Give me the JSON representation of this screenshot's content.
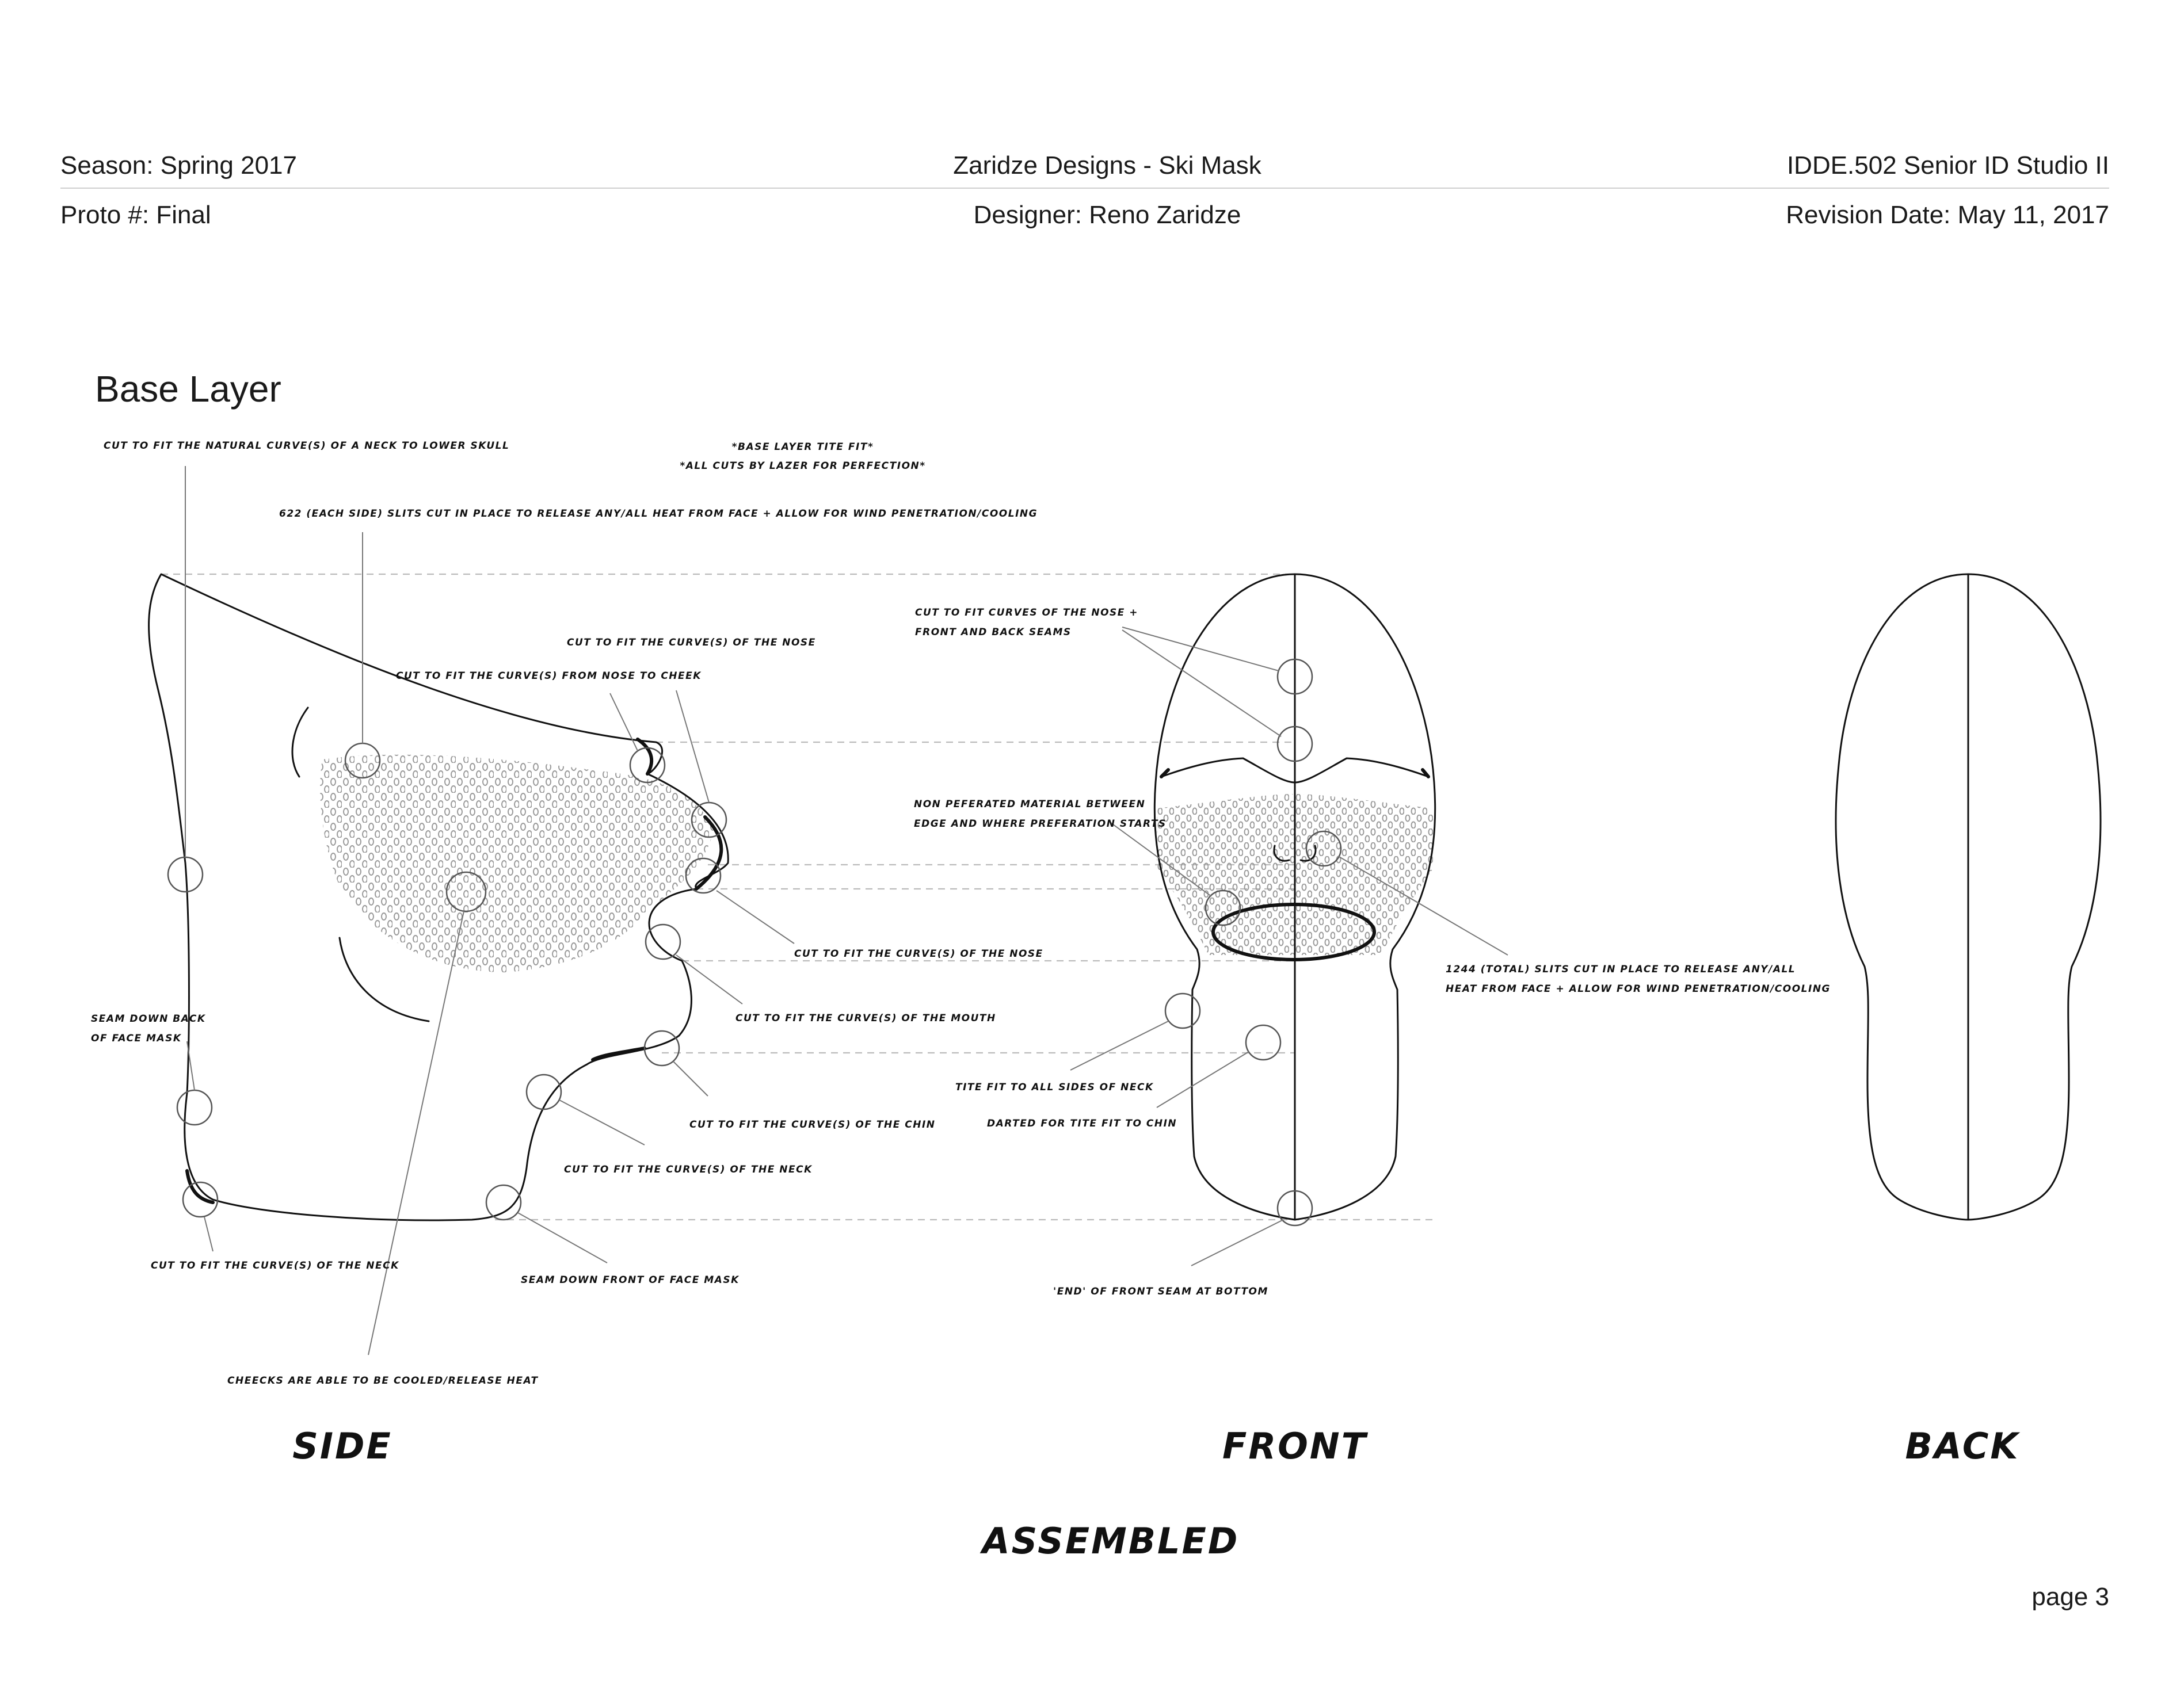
{
  "header": {
    "season": "Season: Spring 2017",
    "proto": "Proto #: Final",
    "project": "Zaridze Designs - Ski Mask",
    "designer": "Designer: Reno Zaridze",
    "course": "IDDE.502 Senior ID Studio II",
    "revision": "Revision Date: May 11, 2017"
  },
  "section_title": "Base Layer",
  "notes": {
    "fit_1": "*BASE LAYER TITE FIT*",
    "fit_2": "*ALL CUTS BY LAZER FOR PERFECTION*"
  },
  "side_callouts": [
    "CUT TO FIT THE NATURAL CURVE(S) OF A NECK TO LOWER SKULL",
    "622 (EACH SIDE) SLITS CUT IN PLACE TO RELEASE ANY/ALL HEAT FROM FACE + ALLOW FOR WIND PENETRATION/COOLING",
    "CUT TO FIT THE CURVE(S) OF THE NOSE",
    "CUT TO FIT THE CURVE(S) FROM NOSE TO CHEEK",
    "CUT TO FIT THE CURVE(S) OF THE NOSE",
    "CUT TO FIT THE CURVE(S) OF THE MOUTH",
    "SEAM DOWN BACK",
    "OF FACE MASK",
    "CUT TO FIT THE CURVE(S) OF THE CHIN",
    "CUT TO FIT THE CURVE(S) OF THE NECK",
    "CUT TO FIT THE CURVE(S) OF THE NECK",
    "SEAM DOWN FRONT OF FACE MASK",
    "CHEECKS ARE ABLE TO BE COOLED/RELEASE HEAT"
  ],
  "front_callouts": [
    "CUT TO FIT CURVES OF THE NOSE +",
    "FRONT AND BACK SEAMS",
    "NON PEFERATED MATERIAL BETWEEN",
    "EDGE AND WHERE PREFERATION STARTS",
    "1244 (TOTAL) SLITS CUT IN PLACE TO RELEASE ANY/ALL",
    "HEAT FROM FACE + ALLOW FOR WIND PENETRATION/COOLING",
    "TITE FIT TO ALL SIDES OF NECK",
    "DARTED FOR TITE FIT TO CHIN",
    "'END' OF FRONT SEAM AT BOTTOM"
  ],
  "view_labels": {
    "side": "SIDE",
    "front": "FRONT",
    "back": "BACK",
    "assembled": "ASSEMBLED"
  },
  "page": "page 3"
}
